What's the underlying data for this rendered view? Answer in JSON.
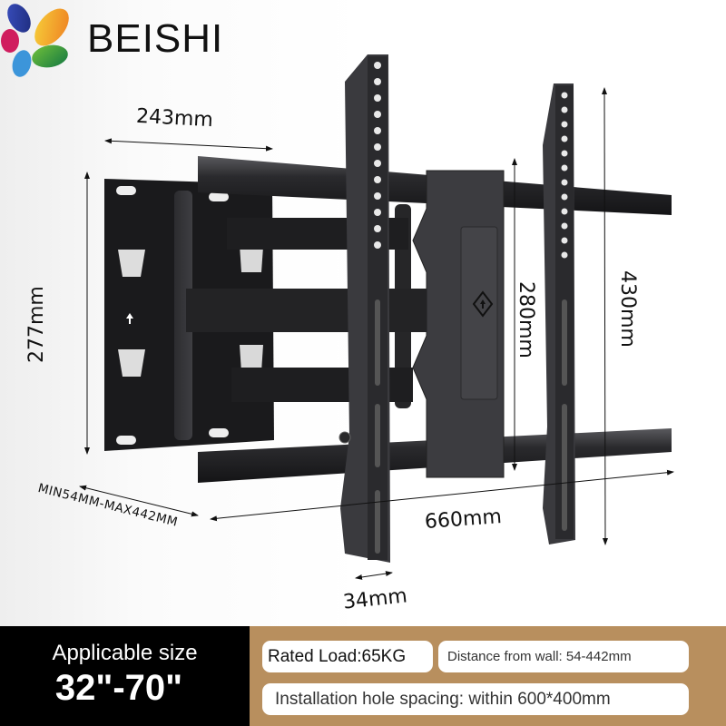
{
  "brand": {
    "name": "BEISHI",
    "logo_petal_colors": [
      "#2b3a9a",
      "#f1b62a",
      "#d21f5a",
      "#2f9a4a",
      "#3a8fd6"
    ]
  },
  "dimensions": {
    "wall_plate_width": "243mm",
    "wall_plate_height": "277mm",
    "inner_vesa_height": "280mm",
    "outer_vesa_height": "430mm",
    "max_width": "660mm",
    "bracket_width": "34mm",
    "wall_distance": "MIN54MM-MAX442MM"
  },
  "applicable": {
    "label": "Applicable size",
    "value": "32\"-70\""
  },
  "specs": {
    "rated_load": "Rated Load:65KG",
    "distance_from_wall": "Distance from wall: 54-442mm",
    "hole_spacing": "Installation hole spacing: within 600*400mm"
  },
  "colors": {
    "size_panel_bg": "#000000",
    "spec_panel_bg": "#b88f5e",
    "pill_bg": "#ffffff",
    "metal_dark": "#1c1c1e",
    "metal_mid": "#3a3a3d"
  }
}
